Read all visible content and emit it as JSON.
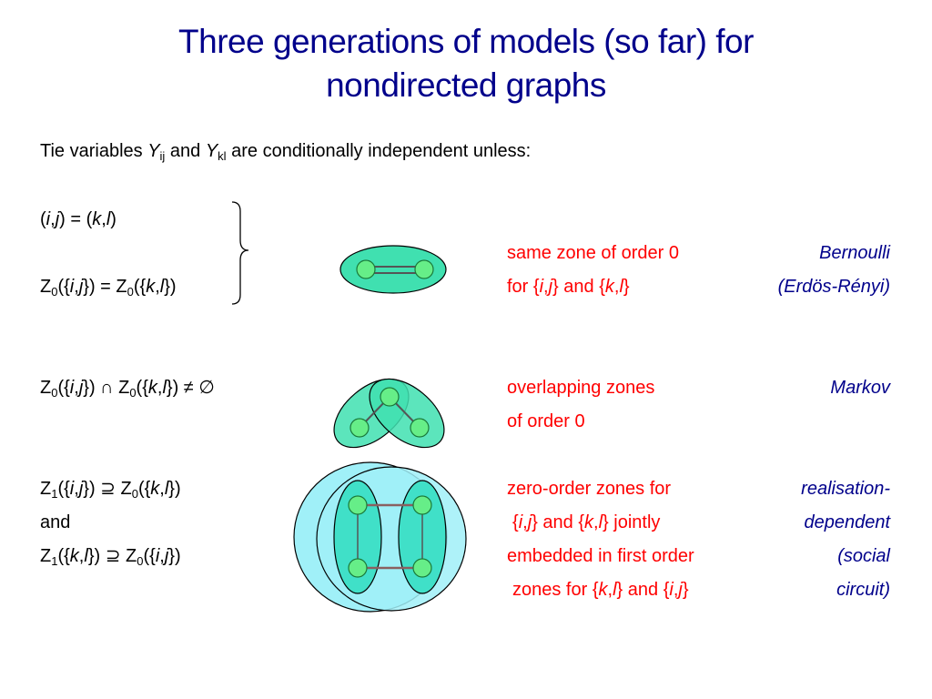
{
  "title": {
    "line1": "Three generations of models (so far) for",
    "line2": "nondirected graphs"
  },
  "intro": {
    "prefix": "Tie variables ",
    "var1": "Y",
    "sub1": "ij",
    "mid": " and ",
    "var2": "Y",
    "sub2": "kl",
    "suffix": " are conditionally independent unless:"
  },
  "rows": {
    "bernoulli": {
      "cond1": "(i,j) = (k,l)",
      "cond2": "Z0({i,j}) = Z0({k,l})",
      "desc1": "same zone of order 0",
      "desc2": "for {i,j} and {k,l}",
      "model1": "Bernoulli",
      "model2": "(Erdös-Rényi)"
    },
    "markov": {
      "cond": "Z0({i,j}) ∩ Z0({k,l}) ≠ ∅",
      "desc1": "overlapping zones",
      "desc2": "of order 0",
      "model": "Markov"
    },
    "realisation": {
      "cond1": "Z1({i,j}) ⊇ Z0({k,l})",
      "cond_and": "and",
      "cond2": "Z1({k,l}) ⊇ Z0({i,j})",
      "desc1": "zero-order zones for",
      "desc2": "{i,j} and {k,l} jointly",
      "desc3": "embedded in first order",
      "desc4": "zones for {k,l} and {i,j}",
      "model1": "realisation-",
      "model2": "dependent",
      "model3": "(social",
      "model4": "circuit)"
    }
  },
  "colors": {
    "title": "#00008b",
    "description": "#ff0000",
    "model": "#00008b",
    "zone0_fill": "#40e0b0",
    "zone1_fill": "#a0f0f8",
    "node_fill": "#66ee88"
  }
}
